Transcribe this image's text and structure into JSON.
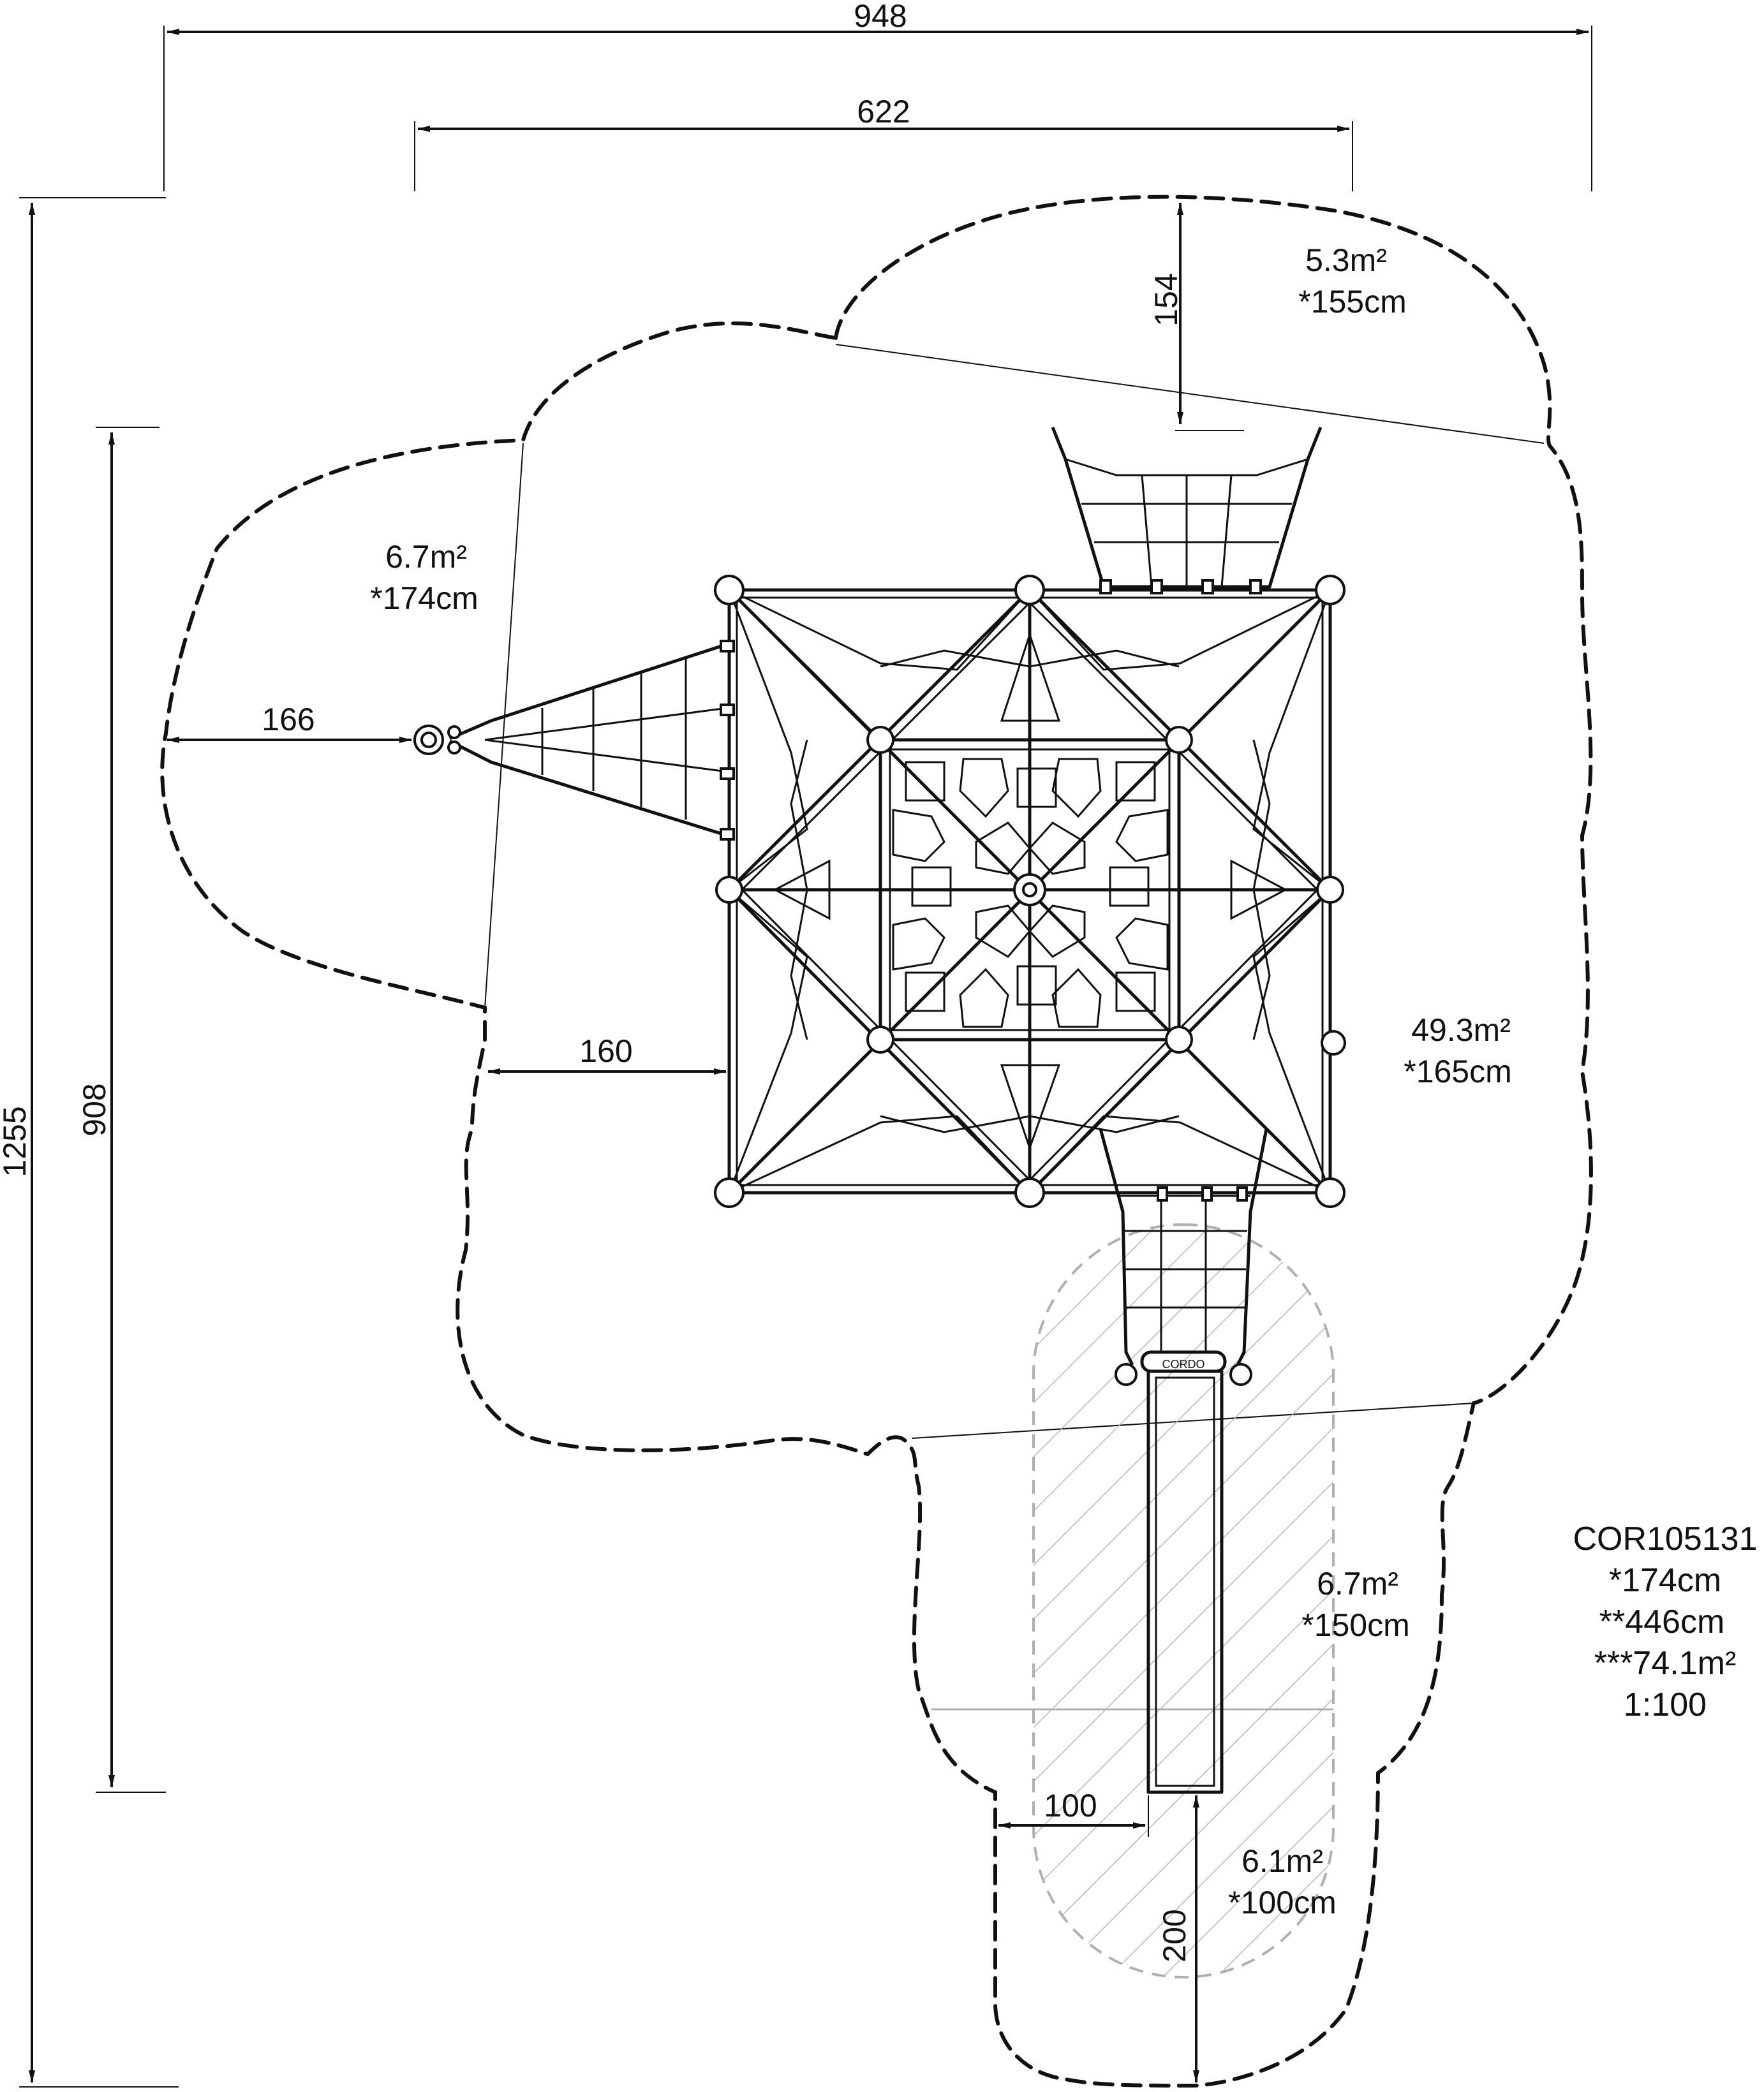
{
  "dimensions": {
    "overall_width": "948",
    "structure_width": "622",
    "overall_height": "1255",
    "structure_height": "908",
    "left_net_clearance": "166",
    "left_frame_clearance": "160",
    "top_net_clearance": "154",
    "slide_side_clearance": "100",
    "slide_exit_clearance": "200"
  },
  "areas": {
    "top": {
      "area": "5.3m²",
      "height": "*155cm"
    },
    "left": {
      "area": "6.7m²",
      "height": "*174cm"
    },
    "main": {
      "area": "49.3m²",
      "height": "*165cm"
    },
    "slide": {
      "area": "6.7m²",
      "height": "*150cm"
    },
    "slide_exit": {
      "area": "6.1m²",
      "height": "*100cm"
    }
  },
  "info_block": {
    "product_code": "COR105131",
    "free_fall_height": "*174cm",
    "total_height": "**446cm",
    "impact_area": "***74.1m²",
    "scale": "1:100"
  },
  "slide_brand": "CORDO"
}
